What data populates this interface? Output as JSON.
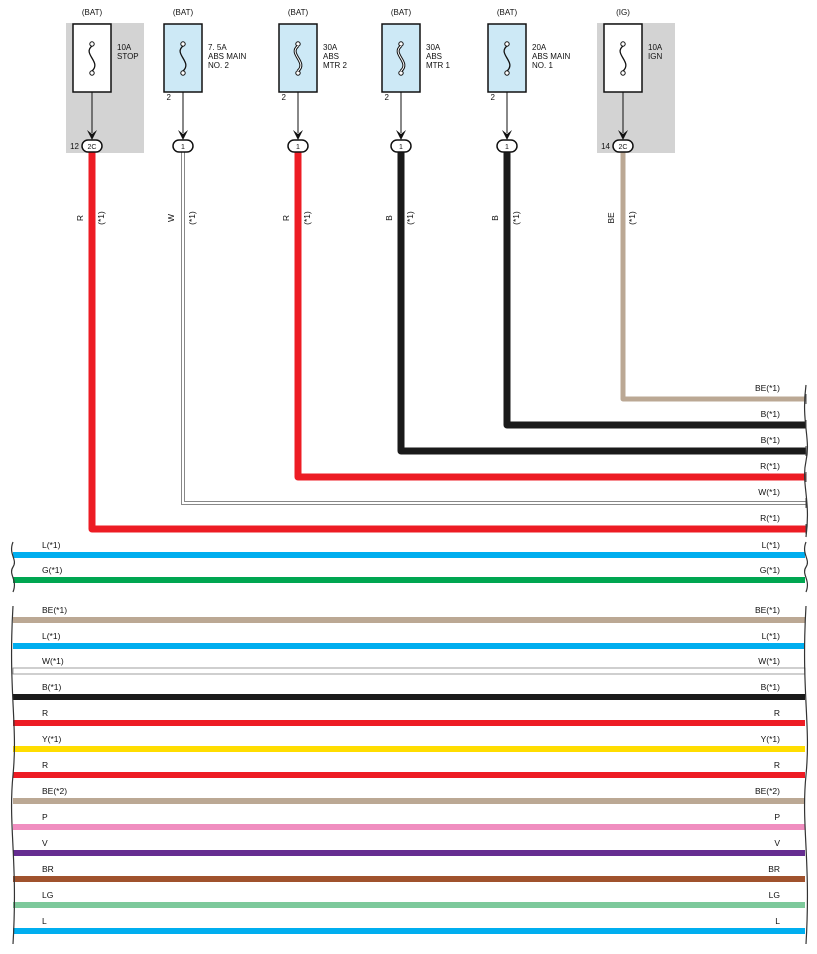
{
  "fuses": [
    {
      "source": "(BAT)",
      "lines": [
        "10A",
        "STOP"
      ],
      "pin": "",
      "connector": "2C",
      "connector_pin": "12",
      "highlight": true
    },
    {
      "source": "(BAT)",
      "lines": [
        "7. 5A",
        "ABS MAIN",
        "NO. 2"
      ],
      "pin": "2",
      "connector": "1",
      "connector_pin": "",
      "highlight": false
    },
    {
      "source": "(BAT)",
      "lines": [
        "30A",
        "ABS",
        "MTR 2"
      ],
      "pin": "2",
      "connector": "1",
      "connector_pin": "",
      "highlight": false
    },
    {
      "source": "(BAT)",
      "lines": [
        "30A",
        "ABS",
        "MTR 1"
      ],
      "pin": "2",
      "connector": "1",
      "connector_pin": "",
      "highlight": false
    },
    {
      "source": "(BAT)",
      "lines": [
        "20A",
        "ABS MAIN",
        "NO. 1"
      ],
      "pin": "2",
      "connector": "1",
      "connector_pin": "",
      "highlight": false
    },
    {
      "source": "(IG)",
      "lines": [
        "10A",
        "IGN"
      ],
      "pin": "",
      "connector": "2C",
      "connector_pin": "14",
      "highlight": true
    }
  ],
  "vertical_wires": [
    {
      "color_code": "R",
      "note": "(*1)",
      "color": "#ED1C24",
      "end_label": "R(*1)"
    },
    {
      "color_code": "W",
      "note": "(*1)",
      "color": "#ffffff",
      "end_label": "W(*1)"
    },
    {
      "color_code": "R",
      "note": "(*1)",
      "color": "#ED1C24",
      "end_label": "R(*1)"
    },
    {
      "color_code": "B",
      "note": "(*1)",
      "color": "#1A1A1A",
      "end_label": "B(*1)"
    },
    {
      "color_code": "B",
      "note": "(*1)",
      "color": "#1A1A1A",
      "end_label": "B(*1)"
    },
    {
      "color_code": "BE",
      "note": "(*1)",
      "color": "#BBA894",
      "end_label": "BE(*1)"
    }
  ],
  "bus_lines": [
    {
      "left": "L(*1)",
      "right": "L(*1)",
      "color": "#00AEEF"
    },
    {
      "left": "G(*1)",
      "right": "G(*1)",
      "color": "#00A651"
    },
    {
      "left": "BE(*1)",
      "right": "BE(*1)",
      "color": "#BBA894"
    },
    {
      "left": "L(*1)",
      "right": "L(*1)",
      "color": "#00AEEF"
    },
    {
      "left": "W(*1)",
      "right": "W(*1)",
      "color": "#ffffff"
    },
    {
      "left": "B(*1)",
      "right": "B(*1)",
      "color": "#1A1A1A"
    },
    {
      "left": "R",
      "right": "R",
      "color": "#ED1C24"
    },
    {
      "left": "Y(*1)",
      "right": "Y(*1)",
      "color": "#FFDD00"
    },
    {
      "left": "R",
      "right": "R",
      "color": "#ED1C24"
    },
    {
      "left": "BE(*2)",
      "right": "BE(*2)",
      "color": "#BBA894"
    },
    {
      "left": "P",
      "right": "P",
      "color": "#F08EC0"
    },
    {
      "left": "V",
      "right": "V",
      "color": "#662D91"
    },
    {
      "left": "BR",
      "right": "BR",
      "color": "#A0522D"
    },
    {
      "left": "LG",
      "right": "LG",
      "color": "#7DC99B"
    },
    {
      "left": "L",
      "right": "L",
      "color": "#00AEEF"
    }
  ],
  "colors": {
    "fuse_fill": "#CDE9F6",
    "highlight_box": "#D3D3D3",
    "outline": "#111111"
  }
}
